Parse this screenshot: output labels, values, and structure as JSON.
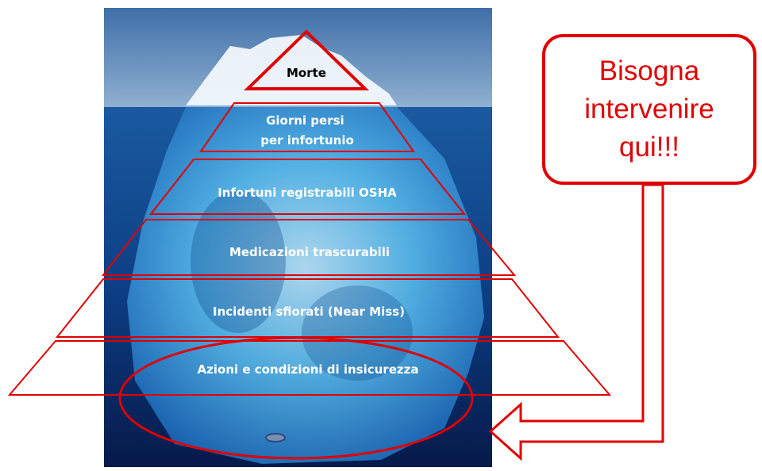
{
  "levels": [
    {
      "line1": "Morte",
      "line2": ""
    },
    {
      "line1": "Giorni persi",
      "line2": "per infortunio"
    },
    {
      "line1": "Infortuni registrabili OSHA",
      "line2": ""
    },
    {
      "line1": "Medicazioni trascurabili",
      "line2": ""
    },
    {
      "line1": "Incidenti sfiorati (Near Miss)",
      "line2": ""
    },
    {
      "line1": "Azioni e condizioni di insicurezza",
      "line2": ""
    }
  ],
  "callout": {
    "text": "Bisogna\nintervenire\nqui!!!"
  },
  "colors": {
    "accent": "#e00000",
    "sky": "#4f7fb8",
    "sea": "#0a3a7a",
    "ice": "#9fd8f5"
  }
}
